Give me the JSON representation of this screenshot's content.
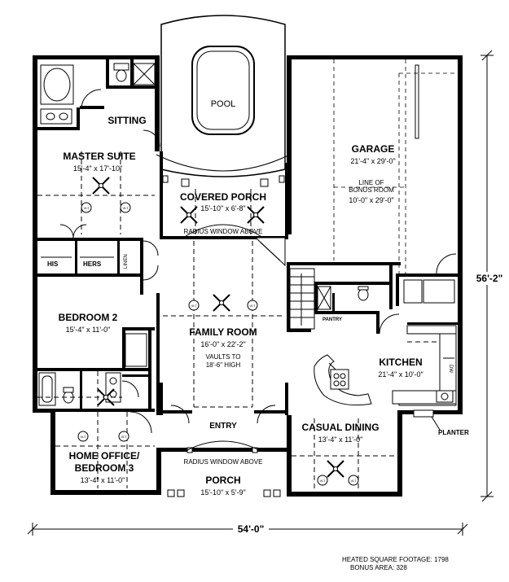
{
  "rooms": {
    "pool": {
      "name": "POOL"
    },
    "sitting": {
      "name": "SITTING"
    },
    "master_suite": {
      "name": "MASTER SUITE",
      "dims": "15'-4\" x 17'-10\""
    },
    "garage": {
      "name": "GARAGE",
      "dims": "21'-4\" x 29'-0\""
    },
    "bonus": {
      "line1": "LINE OF",
      "line2": "BONUS ROOM",
      "dims": "10'-0\" x 29'-0\""
    },
    "covered_porch": {
      "name": "COVERED PORCH",
      "dims": "15'-10\" x 6'-8\""
    },
    "radius_window_top": "RADIUS WINDOW ABOVE",
    "his": "HIS",
    "hers": "HERS",
    "linen": "LINEN",
    "bedroom2": {
      "name": "BEDROOM 2",
      "dims": "15'-4\" x 11'-0\""
    },
    "family_room": {
      "name": "FAMILY ROOM",
      "dims": "16'-0\" x 22'-2\"",
      "note1": "VAULTS TO",
      "note2": "18'-6\" HIGH"
    },
    "pantry": "PANTRY",
    "kitchen": {
      "name": "KITCHEN",
      "dims": "21'-4\" x 10'-0\""
    },
    "entry": "ENTRY",
    "casual_dining": {
      "name": "CASUAL DINING",
      "dims": "13'-4\" x 11'-0\""
    },
    "planter": "PLANTER",
    "home_office": {
      "line1": "HOME OFFICE/",
      "line2": "BEDROOM 3",
      "dims": "13'-4\" x 11'-0\""
    },
    "radius_window_bottom": "RADIUS WINDOW ABOVE",
    "porch": {
      "name": "PORCH",
      "dims": "15'-10\" x 5'-9\""
    },
    "dw": "DW",
    "vlt": "VLT"
  },
  "dimensions": {
    "depth": "56'-2\"",
    "width": "54'-0\""
  },
  "footnote": {
    "heated": "HEATED SQUARE FOOTAGE: 1798",
    "bonus": "BONUS AREA: 328"
  }
}
